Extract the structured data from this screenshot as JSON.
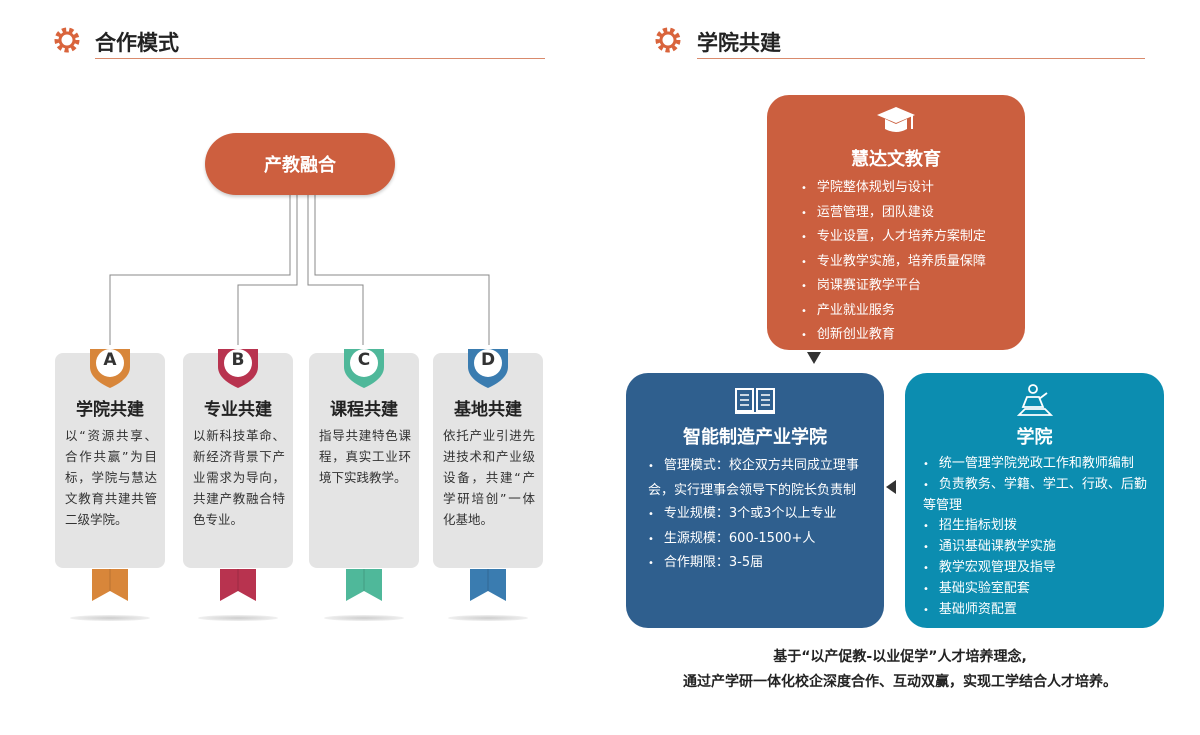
{
  "left": {
    "title": "合作模式",
    "center": "产教融合",
    "cards": [
      {
        "letter": "A",
        "title": "学院共建",
        "text": "以“资源共享、合作共赢”为目标，学院与慧达文教育共建共管二级学院。",
        "color": "#d8863a"
      },
      {
        "letter": "B",
        "title": "专业共建",
        "text": "以新科技革命、新经济背景下产业需求为导向，共建产教融合特色专业。",
        "color": "#b8334f"
      },
      {
        "letter": "C",
        "title": "课程共建",
        "text": "指导共建特色课程，真实工业环境下实践教学。",
        "color": "#4fb89a"
      },
      {
        "letter": "D",
        "title": "基地共建",
        "text": "依托产业引进先进技术和产业级设备，共建“产学研培创”一体化基地。",
        "color": "#3a7cb0"
      }
    ]
  },
  "right": {
    "title": "学院共建",
    "top": {
      "title": "慧达文教育",
      "items": [
        "学院整体规划与设计",
        "运营管理，团队建设",
        "专业设置，人才培养方案制定",
        "专业教学实施，培养质量保障",
        "岗课赛证教学平台",
        "产业就业服务",
        "创新创业教育"
      ]
    },
    "left_box": {
      "title": "智能制造产业学院",
      "items": [
        "管理模式：校企双方共同成立理事会，实行理事会领导下的院长负责制",
        "专业规模：3个或3个以上专业",
        "生源规模：600-1500+人",
        "合作期限：3-5届"
      ]
    },
    "right_box": {
      "title": "学院",
      "items": [
        "统一管理学院党政工作和教师编制",
        "负责教务、学籍、学工、行政、后勤等管理",
        "招生指标划拨",
        "通识基础课教学实施",
        "教学宏观管理及指导",
        "基础实验室配套",
        "基础师资配置"
      ]
    },
    "footer": [
      "基于“以产促教-以业促学”人才培养理念,",
      "通过产学研一体化校企深度合作、互动双赢，实现工学结合人才培养。"
    ]
  },
  "colors": {
    "accent": "#cd5f3f",
    "blue": "#2f5f8e",
    "teal": "#0c8db0"
  }
}
